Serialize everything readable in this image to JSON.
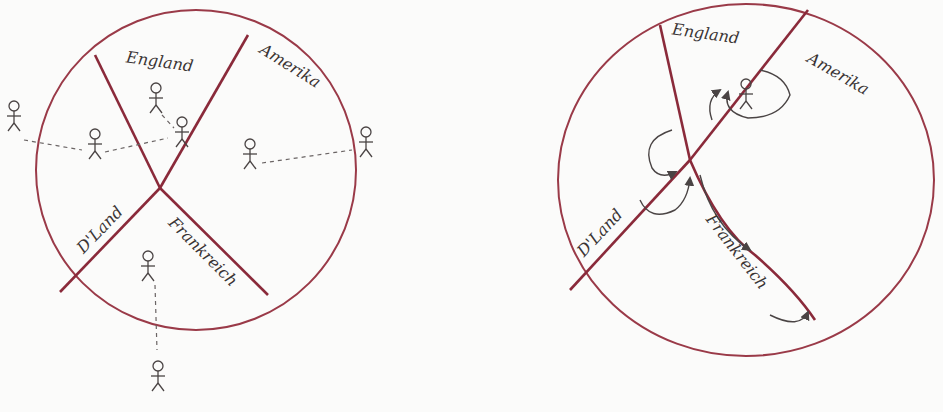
{
  "diagram": {
    "labels": [
      "England",
      "Amerika",
      "D'Land",
      "Frankreich",
      "England",
      "Amerika",
      "D'Land",
      "Frankreich"
    ]
  }
}
